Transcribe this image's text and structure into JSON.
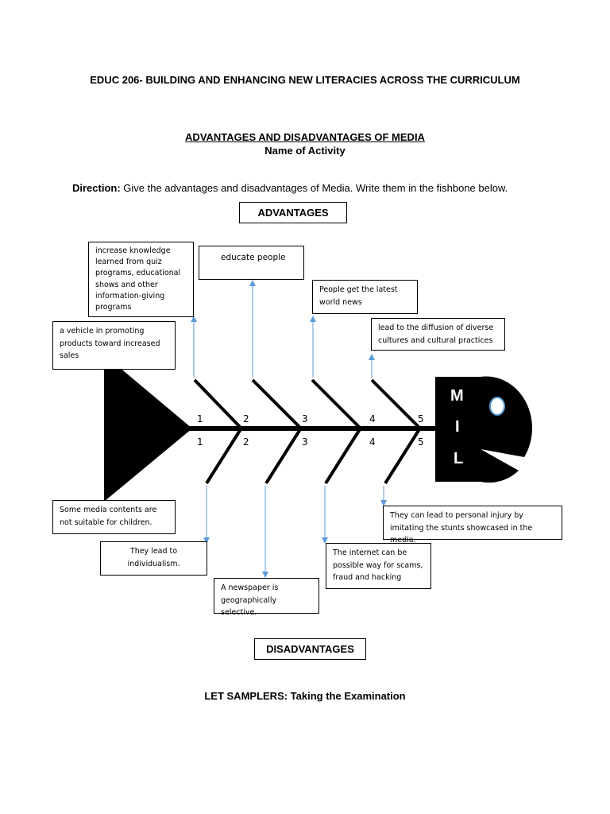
{
  "header": {
    "course": "EDUC 206- BUILDING AND ENHANCING NEW LITERACIES ACROSS THE CURRICULUM",
    "activity_title": "ADVANTAGES AND DISADVANTAGES OF MEDIA",
    "activity_subtitle": "Name of Activity",
    "direction_label": "Direction:",
    "direction_text": "Give the advantages and disadvantages of Media. Write them in the fishbone below."
  },
  "advantages_label": "ADVANTAGES",
  "disadvantages_label": "DISADVANTAGES",
  "fish": {
    "head_letters": [
      "M",
      "I",
      "L"
    ],
    "upper_numbers": [
      "1",
      "2",
      "3",
      "4",
      "5"
    ],
    "lower_numbers": [
      "1",
      "2",
      "3",
      "4",
      "5"
    ]
  },
  "advantages": [
    "a vehicle in promoting products toward increased sales",
    "increase knowledge learned from quiz programs, educational shows and other information-giving programs",
    "educate people",
    "People get the latest world news",
    "lead to the diffusion of diverse cultures and cultural practices"
  ],
  "disadvantages": [
    "Some media contents are not suitable for children.",
    "They lead to individualism.",
    "A newspaper is geographically selective.",
    "The internet can be possible way for scams, fraud and hacking",
    "They can lead to personal injury by imitating the stunts showcased in the media."
  ],
  "footer": "LET SAMPLERS: Taking the Examination"
}
